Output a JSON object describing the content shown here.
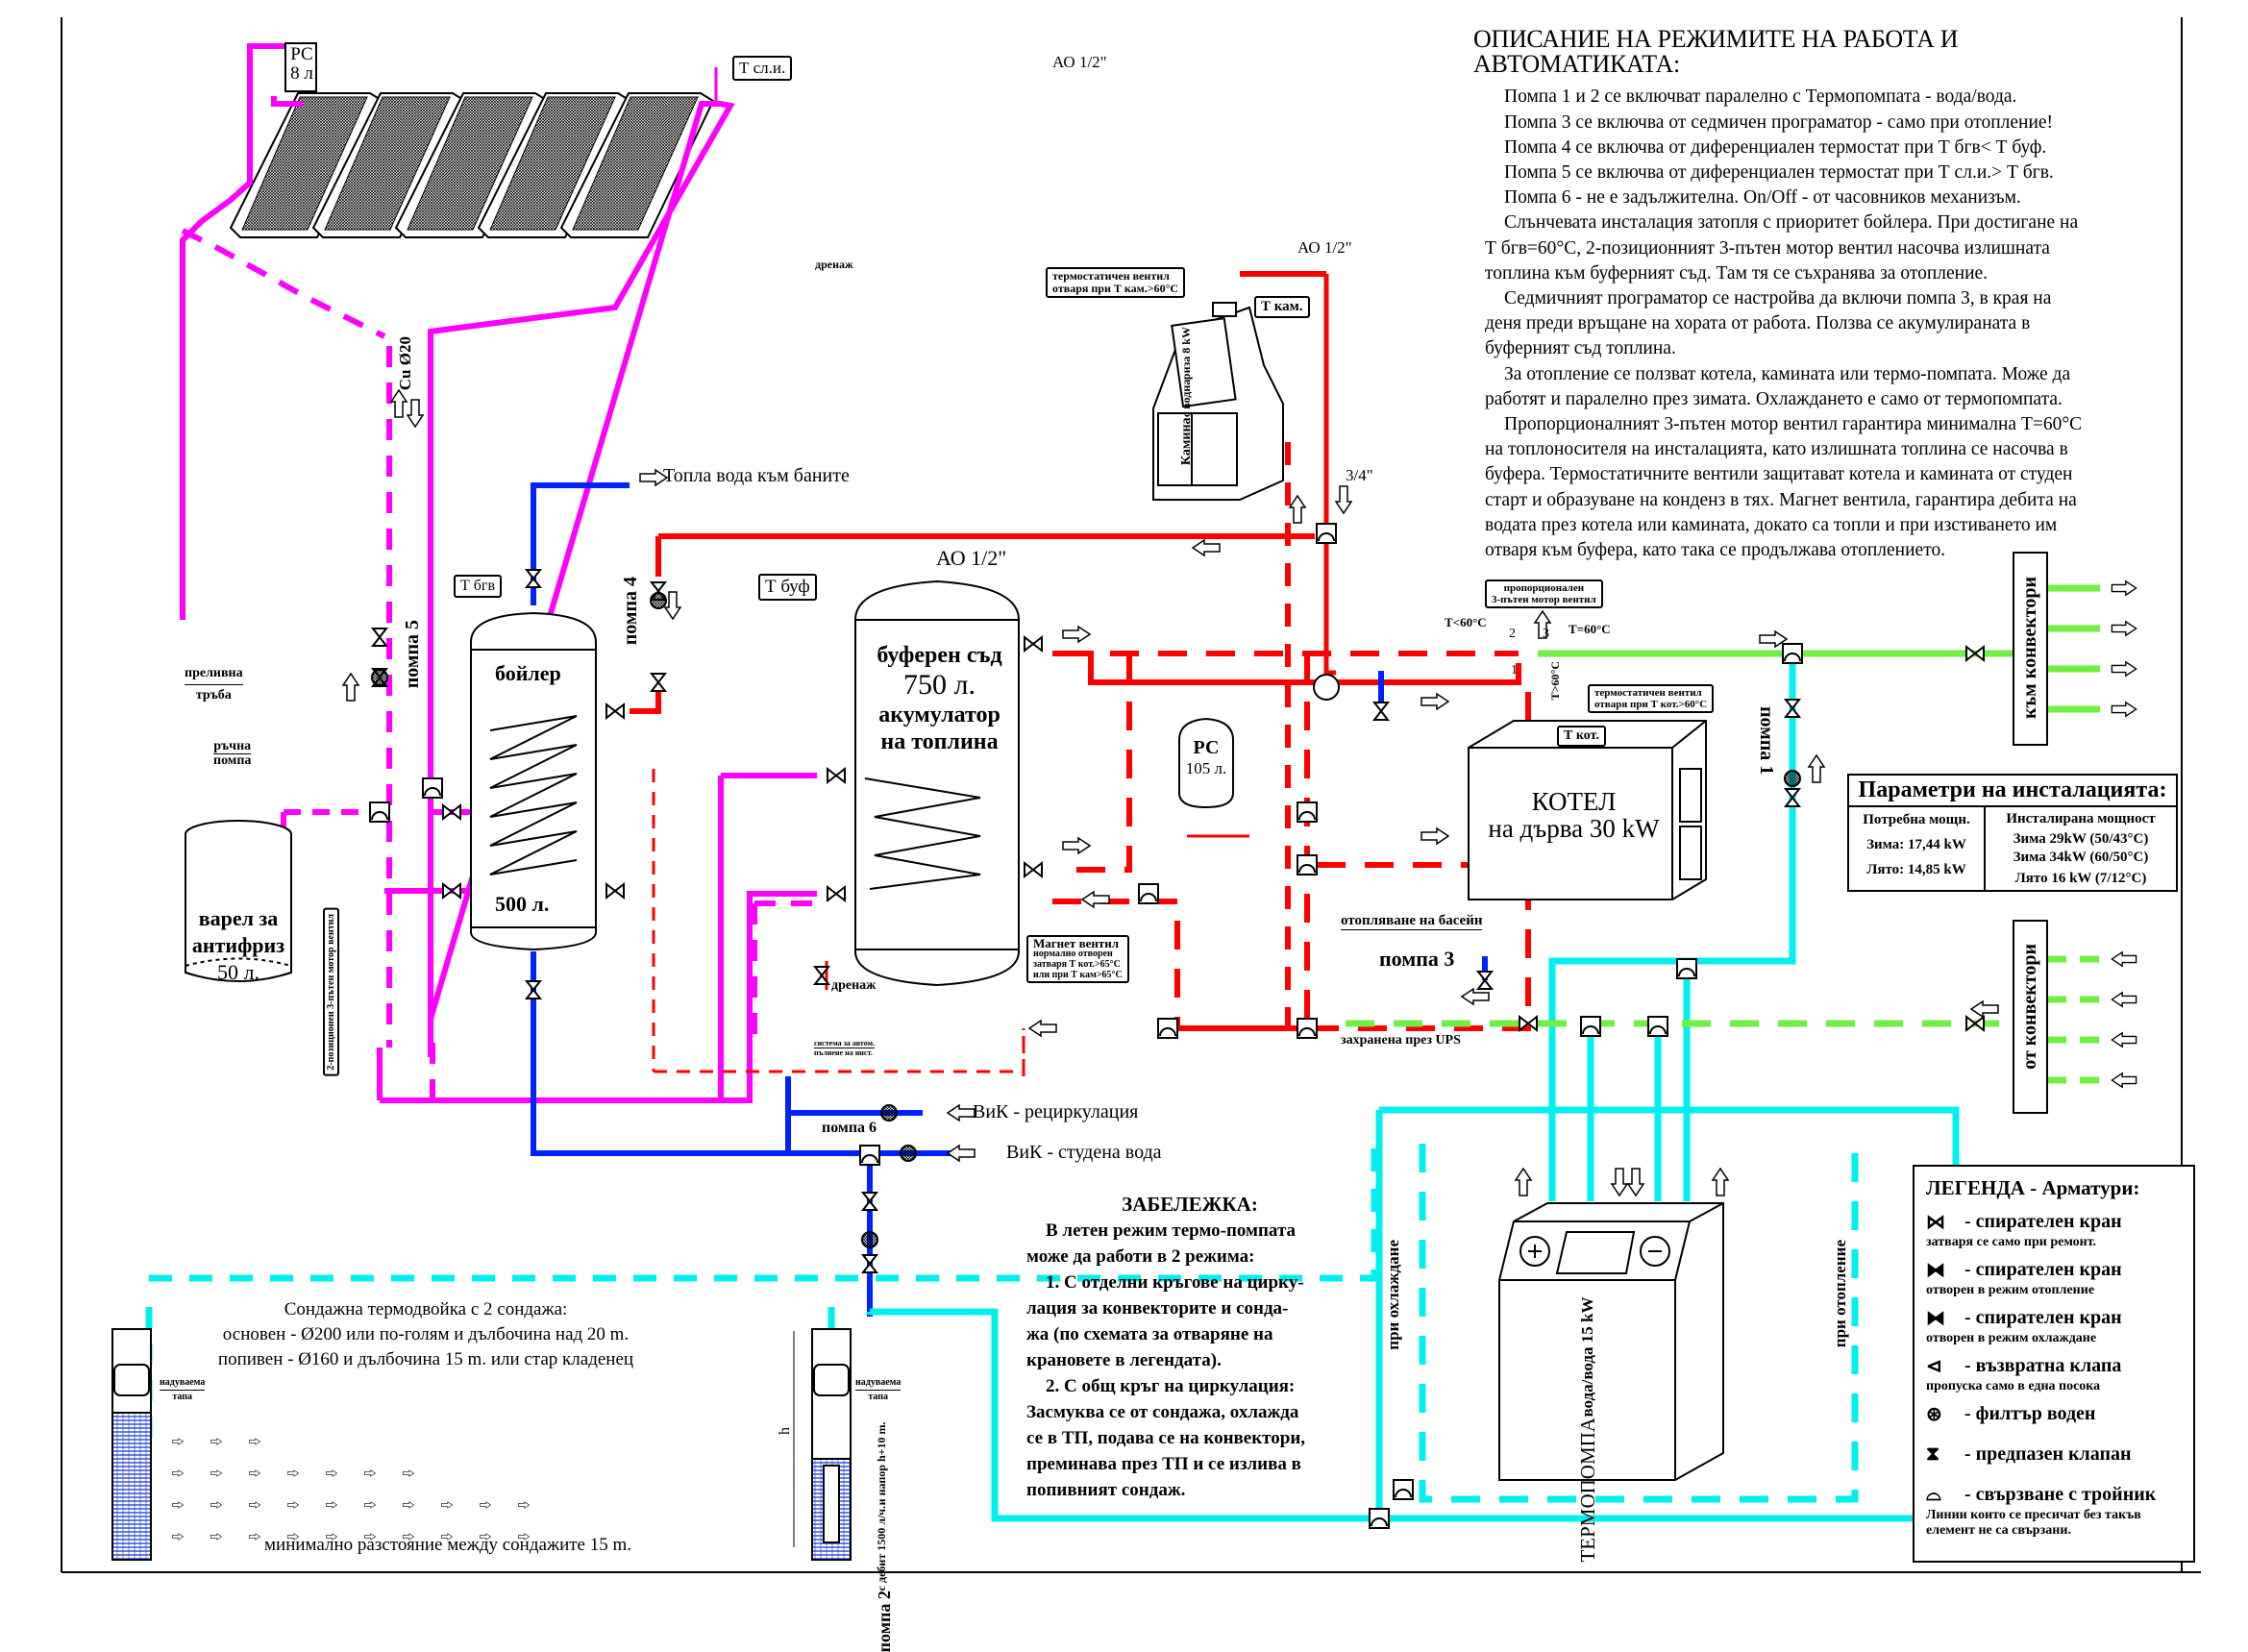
{
  "description": {
    "title": "ОПИСАНИЕ НА РЕЖИМИТЕ НА РАБОТА И АВТОМАТИКАТА:",
    "lines": [
      {
        "text": "Помпа 1 и 2 се включват паралелно с Термопомпата - вода/вода.",
        "indent": true
      },
      {
        "text": "Помпа 3 се включва от седмичен програматор - само при отопление!",
        "indent": true
      },
      {
        "text": "Помпа 4 се включва от диференциален термостат при Т бгв< Т буф.",
        "indent": true
      },
      {
        "text": "Помпа 5 се включва от диференциален термостат при Т сл.и.> Т бгв.",
        "indent": true
      },
      {
        "text": "Помпа 6 - не е задължителна. On/Off - от часовников механизъм.",
        "indent": true
      },
      {
        "text": "Слънчевата инсталация затопля с приоритет бойлера. При достигане на",
        "indent": true
      },
      {
        "text": "Т бгв=60°С, 2-позиционният 3-пътен мотор вентил насочва излишната",
        "indent": false
      },
      {
        "text": "топлина към буферният съд. Там тя се съхранява за отопление.",
        "indent": false
      },
      {
        "text": "Седмичният програматор се настройва да включи помпа 3, в края на",
        "indent": true
      },
      {
        "text": "деня преди връщане на хората от работа. Ползва се акумулираната в",
        "indent": false
      },
      {
        "text": "буферният съд топлина.",
        "indent": false
      },
      {
        "text": "За отопление се ползват котела, камината или термо-помпата. Може да",
        "indent": true
      },
      {
        "text": "работят и паралелно през зимата. Охлаждането е само от термопомпата.",
        "indent": false
      },
      {
        "text": "Пропорционалният 3-пътен мотор вентил гарантира минимална Т=60°С",
        "indent": true
      },
      {
        "text": "на топлоносителя на инсталацията, като излишната топлина се насочва в",
        "indent": false
      },
      {
        "text": "буфера. Термостатичните вентили защитават котела и камината от студен",
        "indent": false
      },
      {
        "text": "старт и образуване на конденз в тях. Магнет вентила, гарантира дебита на",
        "indent": false
      },
      {
        "text": "водата през котела или камината, докато са топли и при изстиването им",
        "indent": false
      },
      {
        "text": "отваря към буфера, като така се продължава отоплението.",
        "indent": false
      }
    ]
  },
  "parameters": {
    "title": "Параметри на инсталацията:",
    "required_header": "Потребна мощн.",
    "installed_header": "Инсталирана мощност",
    "required": [
      "Зима: 17,44 kW",
      "Лято: 14,85 kW"
    ],
    "installed": [
      "Зима 29kW (50/43°C)",
      "Зима 34kW (60/50°C)",
      "Лято 16 kW (7/12°C)"
    ]
  },
  "legend": {
    "title": "ЛЕГЕНДА - Арматури:",
    "items": [
      {
        "icon": "shutoff-valve-icon",
        "glyph": "⋈",
        "label": "- спирателен кран",
        "sub": "затваря се само при ремонт."
      },
      {
        "icon": "shutoff-valve-heating-icon",
        "glyph": "⧓",
        "label": "- спирателен кран",
        "sub": "отворен в режим отопление"
      },
      {
        "icon": "shutoff-valve-cooling-icon",
        "glyph": "⧓",
        "label": "- спирателен кран",
        "sub": "отворен в режим охлаждане"
      },
      {
        "icon": "check-valve-icon",
        "glyph": "⊲",
        "label": "- възвратна клапа",
        "sub": "пропуска само в една посока"
      },
      {
        "icon": "water-filter-icon",
        "glyph": "⊛",
        "label": "- филтър воден",
        "sub": ""
      },
      {
        "icon": "safety-valve-icon",
        "glyph": "⧗",
        "label": "- предпазен клапан",
        "sub": ""
      },
      {
        "icon": "tee-connection-icon",
        "glyph": "⌓",
        "label": "- свързване с тройник",
        "sub": "Линии които се пресичат без такъв елемент не са свързани."
      }
    ]
  },
  "note": {
    "title": "ЗАБЕЛЕЖКА:",
    "lines": [
      "В летен режим термо-помпата",
      "може да работи в 2 режима:",
      "1. С отделни кръгове на цирку-",
      "лация за конвекторите и сонда-",
      "жа (по схемата за отваряне на",
      "крановете в легендата).",
      "2. С общ кръг на циркулация:",
      "Засмуква се от сондажа, охлажда",
      "се в ТП, подава се на конвектори,",
      "преминава през ТП и се излива в",
      "попивният сондаж."
    ]
  },
  "labels": {
    "expansion_small": "РС\n8 л",
    "expansion_small_top": "РС",
    "expansion_small_bottom": "8 л",
    "t_collector": "Т сл.и.",
    "air_vent_1": "АО 1/2\"",
    "air_vent_2": "АО 1/2\"",
    "air_vent_3": "АО 1/2\"",
    "drain_collector": "дренаж",
    "pipe_cu": "Cu Ø20",
    "hot_water_out": "Топла вода към баните",
    "t_dhw": "Т бгв",
    "pump4": "помпа 4",
    "pump5": "помпа 5",
    "t_buffer": "Т буф",
    "buffer_l1": "буферен съд",
    "buffer_l2": "750 л.",
    "buffer_l3": "акумулатор",
    "buffer_l4": "на топлина",
    "boiler_title": "бойлер",
    "boiler_volume": "500 л.",
    "overflow_l1": "преливна",
    "overflow_l2": "тръба",
    "hand_pump_l1": "ръчна",
    "hand_pump_l2": "помпа",
    "barrel_l1": "варел за",
    "barrel_l2": "антифриз",
    "barrel_l3": "50 л.",
    "motor_valve_2pos": "2-позиционен 3-пътен мотор вентил",
    "drain_buffer": "дренаж",
    "magnet_valve": [
      "Магнет вентил",
      "нормално отворен",
      "затваря Т кот.>65°C",
      "или при Т кам>65°C"
    ],
    "fireplace_tv": [
      "термостатичен вентил",
      "отваря при Т кам.>60°С"
    ],
    "t_fireplace": "Т кам.",
    "fireplace": [
      "Камина",
      "с водна",
      "риза 8 kW"
    ],
    "pipe_34": "3/4\"",
    "prop_valve": [
      "пропорционален",
      "3-пътен мотор вентил"
    ],
    "t_lt60": "T<60°C",
    "t_eq60": "T=60°C",
    "t_gt60": "T>60°C",
    "boiler_tv": [
      "термостатичен вентил",
      "отваря при Т кот.>60°С"
    ],
    "t_boiler": "Т кот.",
    "expansion_big_top": "РС",
    "expansion_big_bottom": "105 л.",
    "wood_boiler_l1": "КОТЕЛ",
    "wood_boiler_l2": "на дърва 30 kW",
    "pool_heating": "отопляване на басейн",
    "pump3": "помпа 3",
    "ups": "захранена през UPS",
    "to_convectors": "към конвектори",
    "from_convectors": "от конвектори",
    "pump1": "помпа 1",
    "auto_fill": [
      "система за автом.",
      "пълнене на инст."
    ],
    "pump6": "помпа 6",
    "water_recirc": "ВиК - рециркулация",
    "water_cold": "ВиК - студена вода",
    "probe_title": "Сондажна термодвойка с 2 сондажа:",
    "probe_main": "основен - Ø200 или по-голям и дълбочина над 20 m.",
    "probe_absorb": "попивен - Ø160 и дълбочина 15 m. или стар кладенец",
    "probe_distance": "минимално разстояние между сондажите 15 m.",
    "inflatable_plug_1": [
      "надуваема",
      "тапа"
    ],
    "inflatable_plug_2": [
      "надуваема",
      "тапа"
    ],
    "h_mark": "h",
    "pump2_title": "помпа 2",
    "pump2_l2": "с дебит 1500 л/ч.",
    "pump2_l3": "и напор h+10 m.",
    "heat_pump_l1": "ТЕРМОПОМПА",
    "heat_pump_l2": "вода/вода 15 kW",
    "when_cooling": "при охлаждане",
    "when_heating": "при отопление",
    "valve_port_1": "1",
    "valve_port_2": "2",
    "valve_port_3": "3"
  },
  "colors": {
    "solar": "#ff00ff",
    "hot": "#ff0000",
    "cold_water": "#0022ff",
    "ground": "#00f0f0",
    "convector": "#70f040"
  }
}
